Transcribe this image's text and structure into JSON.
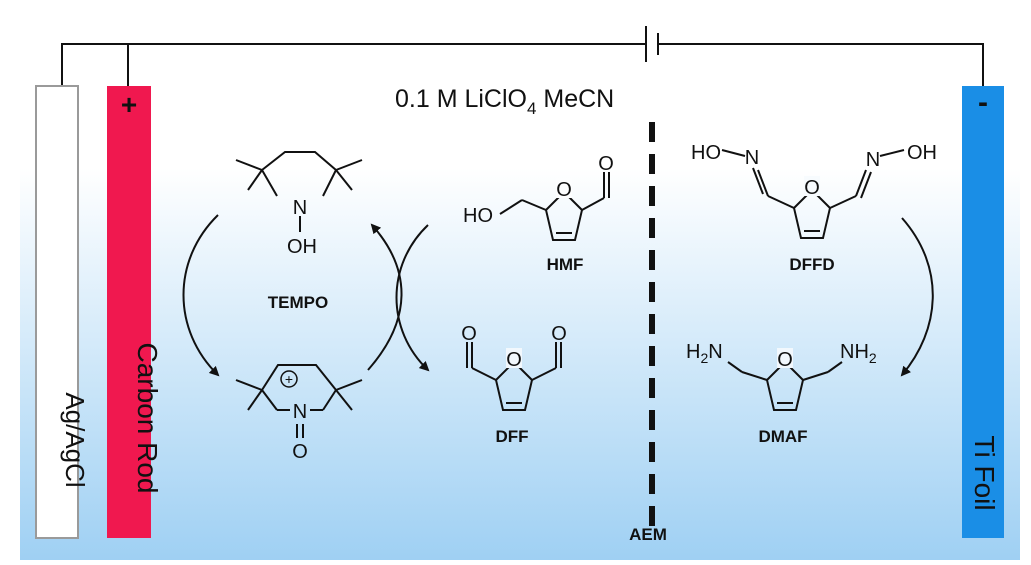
{
  "electrolyte": {
    "prefix": "0.1 M LiClO",
    "sub": "4",
    "suffix": " MeCN"
  },
  "electrodes": {
    "reference": "Ag/AgCl",
    "anode": "Carbon Rod",
    "anode_sign": "+",
    "cathode": "Ti Foil",
    "cathode_sign": "-"
  },
  "membrane": "AEM",
  "molecules": {
    "tempo": "TEMPO",
    "hmf": "HMF",
    "dff": "DFF",
    "dffd": "DFFD",
    "dmaf": "DMAF"
  },
  "atoms": {
    "N": "N",
    "O": "O",
    "OH": "OH",
    "HO": "HO",
    "H2N_main": "H",
    "H2N_sub": "2",
    "H2N_end": "N",
    "NH2_main": "NH",
    "NH2_sub": "2",
    "plus": "+",
    "ON": "O"
  },
  "colors": {
    "anode": "#f0184f",
    "cathode": "#1a8ee6",
    "reference_border": "#9a9a9a",
    "bg_top": "#ffffff",
    "bg_bottom": "#9fd0f3"
  }
}
